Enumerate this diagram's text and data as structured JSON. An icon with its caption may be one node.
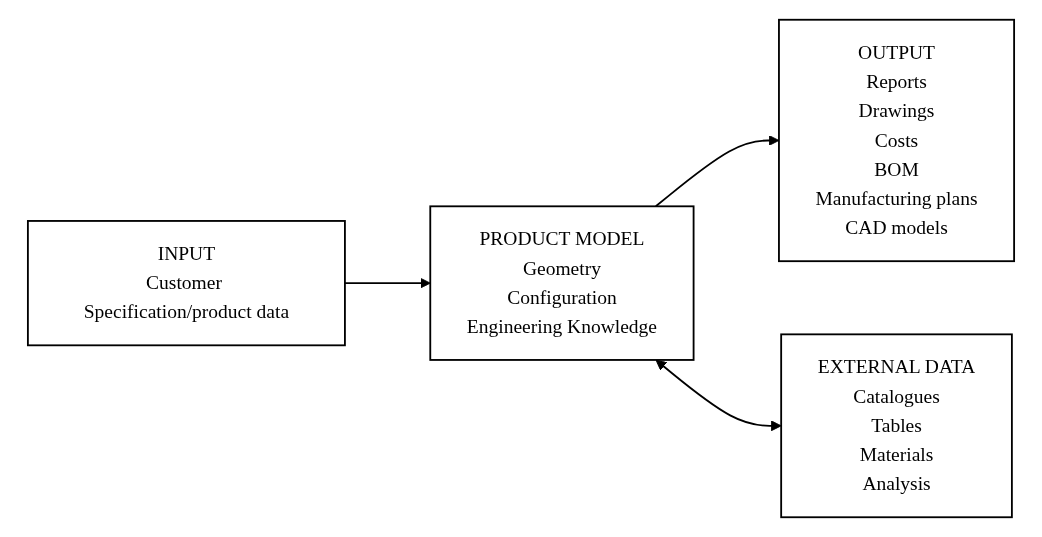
{
  "diagram": {
    "nodes": [
      {
        "text": [
          "INPUT",
          "Customer Specification/product data"
        ]
      },
      {
        "text": [
          "PRODUCT MODEL",
          "Geometry",
          "Configuration",
          "Engineering Knowledge"
        ]
      },
      {
        "text": [
          "OUTPUT",
          "Reports",
          "Drawings",
          "Costs",
          "BOM",
          "Manufacturing plans",
          "CAD models"
        ]
      },
      {
        "text": [
          "EXTERNAL DATA",
          "Catalogues",
          "Tables",
          "Materials",
          "Analysis"
        ]
      }
    ],
    "edges": [
      {
        "from": 0,
        "to": 1,
        "arrow": "to"
      },
      {
        "from": 1,
        "to": 2,
        "arrow": "to"
      },
      {
        "from": 1,
        "to": 3,
        "arrow": "both"
      }
    ]
  }
}
